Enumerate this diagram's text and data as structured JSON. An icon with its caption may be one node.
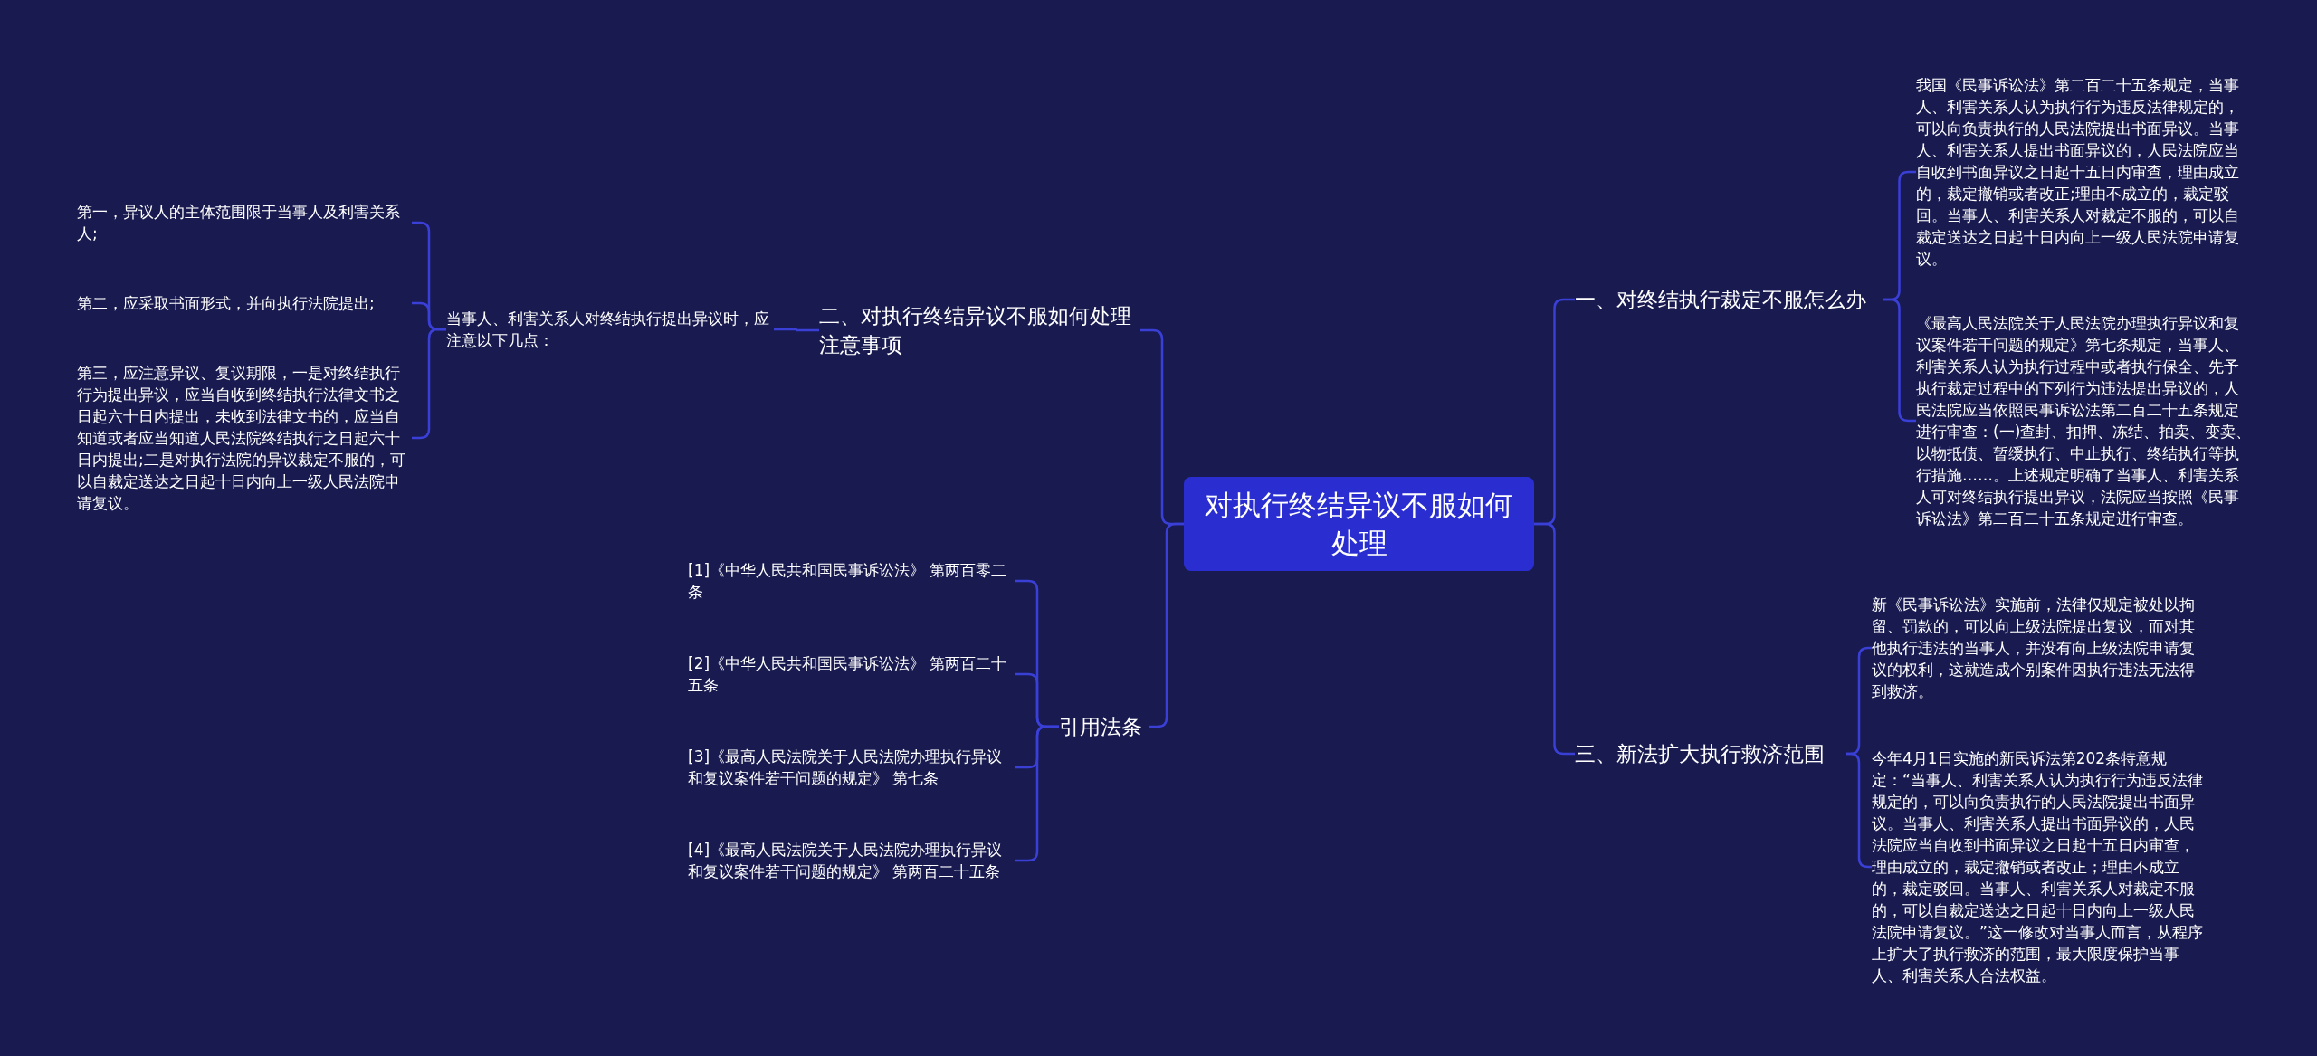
{
  "diagram": {
    "nodes": [
      {
        "text": [
          "对执行终结异议不服如何处理"
        ]
      },
      {
        "text": [
          "一、对终结执行裁定不服怎么办"
        ]
      },
      {
        "text": [
          "我国《民事诉讼法》第二百二十五条规定，当事人、利害关系人认为执行行为违反法律规定的，可以向负责执行的人民法院提出书面异议。当事人、利害关系人提出书面异议的，人民法院应当自收到书面异议之日起十五日内审查，理由成立的，裁定撤销或者改正;理由不成立的，裁定驳回。当事人、利害关系人对裁定不服的，可以自裁定送达之日起十日内向上一级人民法院申请复议。"
        ]
      },
      {
        "text": [
          "《最高人民法院关于人民法院办理执行异议和复议案件若干问题的规定》第七条规定，当事人、利害关系人认为执行过程中或者执行保全、先予执行裁定过程中的下列行为违法提出异议的，人民法院应当依照民事诉讼法第二百二十五条规定进行审查：(一)查封、扣押、冻结、拍卖、变卖、以物抵债、暂缓执行、中止执行、终结执行等执行措施……。上述规定明确了当事人、利害关系人可对终结执行提出异议，法院应当按照《民事诉讼法》第二百二十五条规定进行审查。"
        ]
      },
      {
        "text": [
          "三、新法扩大执行救济范围"
        ]
      },
      {
        "text": [
          "新《民事诉讼法》实施前，法律仅规定被处以拘留、罚款的，可以向上级法院提出复议，而对其他执行违法的当事人，并没有向上级法院申请复议的权利，这就造成个别案件因执行违法无法得到救济。"
        ]
      },
      {
        "text": [
          "今年4月1日实施的新民诉法第202条特意规定：“当事人、利害关系人认为执行行为违反法律规定的，可以向负责执行的人民法院提出书面异议。当事人、利害关系人提出书面异议的，人民法院应当自收到书面异议之日起十五日内审查，理由成立的，裁定撤销或者改正；理由不成立的，裁定驳回。当事人、利害关系人对裁定不服的，可以自裁定送达之日起十日内向上一级人民法院申请复议。”这一修改对当事人而言，从程序上扩大了执行救济的范围，最大限度保护当事人、利害关系人合法权益。"
        ]
      },
      {
        "text": [
          "二、对执行终结异议不服如何处理注意事项"
        ]
      },
      {
        "text": [
          "当事人、利害关系人对终结执行提出异议时，应注意以下几点："
        ]
      },
      {
        "text": [
          "第一，异议人的主体范围限于当事人及利害关系人;"
        ]
      },
      {
        "text": [
          "第二，应采取书面形式，并向执行法院提出;"
        ]
      },
      {
        "text": [
          "第三，应注意异议、复议期限，一是对终结执行行为提出异议，应当自收到终结执行法律文书之日起六十日内提出，未收到法律文书的，应当自知道或者应当知道人民法院终结执行之日起六十日内提出;二是对执行法院的异议裁定不服的，可以自裁定送达之日起十日内向上一级人民法院申请复议。"
        ]
      },
      {
        "text": [
          "引用法条"
        ]
      },
      {
        "text": [
          "[1]《中华人民共和国民事诉讼法》 第两百零二条"
        ]
      },
      {
        "text": [
          "[2]《中华人民共和国民事诉讼法》 第两百二十五条"
        ]
      },
      {
        "text": [
          "[3]《最高人民法院关于人民法院办理执行异议和复议案件若干问题的规定》 第七条"
        ]
      },
      {
        "text": [
          "[4]《最高人民法院关于人民法院办理执行异议和复议案件若干问题的规定》 第两百二十五条"
        ]
      }
    ],
    "edges": [
      {
        "from": 0,
        "to": 1,
        "arrow": "none"
      },
      {
        "from": 1,
        "to": 2,
        "arrow": "none"
      },
      {
        "from": 1,
        "to": 3,
        "arrow": "none"
      },
      {
        "from": 0,
        "to": 4,
        "arrow": "none"
      },
      {
        "from": 4,
        "to": 5,
        "arrow": "none"
      },
      {
        "from": 4,
        "to": 6,
        "arrow": "none"
      },
      {
        "from": 0,
        "to": 7,
        "arrow": "none"
      },
      {
        "from": 7,
        "to": 8,
        "arrow": "none"
      },
      {
        "from": 8,
        "to": 9,
        "arrow": "none"
      },
      {
        "from": 8,
        "to": 10,
        "arrow": "none"
      },
      {
        "from": 8,
        "to": 11,
        "arrow": "none"
      },
      {
        "from": 0,
        "to": 12,
        "arrow": "none"
      },
      {
        "from": 12,
        "to": 13,
        "arrow": "none"
      },
      {
        "from": 12,
        "to": 14,
        "arrow": "none"
      },
      {
        "from": 12,
        "to": 15,
        "arrow": "none"
      },
      {
        "from": 12,
        "to": 16,
        "arrow": "none"
      }
    ]
  }
}
